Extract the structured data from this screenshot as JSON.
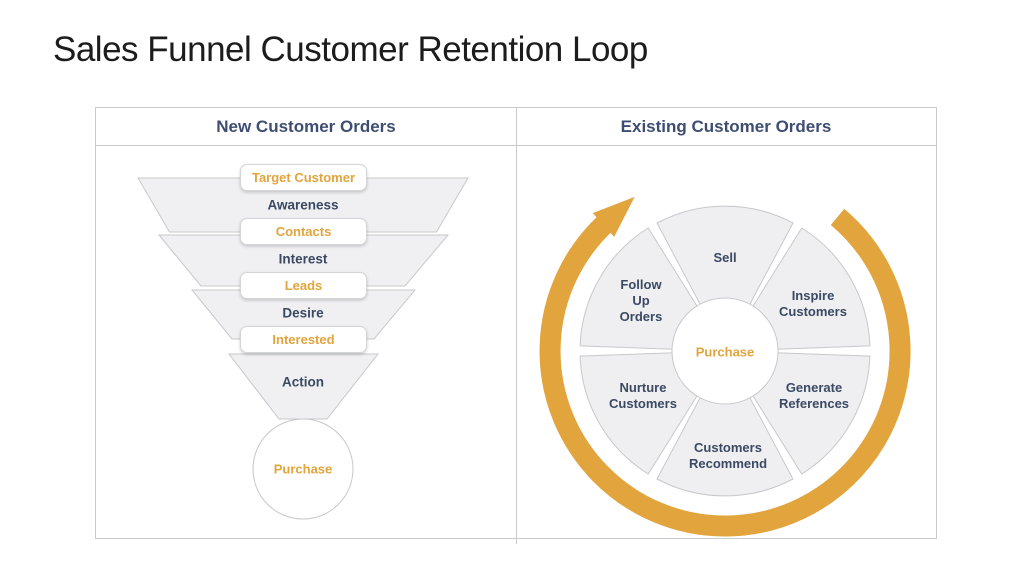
{
  "title": "Sales Funnel Customer Retention Loop",
  "colors": {
    "accent_gold": "#e2a43c",
    "navy_header": "#3e4e72",
    "navy_label": "#3b4963",
    "shape_fill": "#f0f0f2",
    "shape_border": "#c7c8ca",
    "panel_border": "#c9cacc"
  },
  "panels": {
    "left": {
      "header": "New Customer Orders",
      "funnel": {
        "badges": [
          {
            "label": "Target Customer"
          },
          {
            "label": "Contacts"
          },
          {
            "label": "Leads"
          },
          {
            "label": "Interested"
          }
        ],
        "stages": [
          {
            "label": "Awareness"
          },
          {
            "label": "Interest"
          },
          {
            "label": "Desire"
          },
          {
            "label": "Action"
          }
        ],
        "bottom": {
          "label": "Purchase"
        }
      }
    },
    "right": {
      "header": "Existing Customer Orders",
      "loop": {
        "arrow": {
          "name": "clockwise-loop-arrow",
          "color": "#e2a43c"
        },
        "center": {
          "label": "Purchase"
        },
        "segments": [
          {
            "label": "Sell"
          },
          {
            "label": "Inspire Customers"
          },
          {
            "label": "Generate References"
          },
          {
            "label": "Customers Recommend"
          },
          {
            "label": "Nurture Customers"
          },
          {
            "label": "Follow Up Orders"
          }
        ]
      }
    }
  }
}
